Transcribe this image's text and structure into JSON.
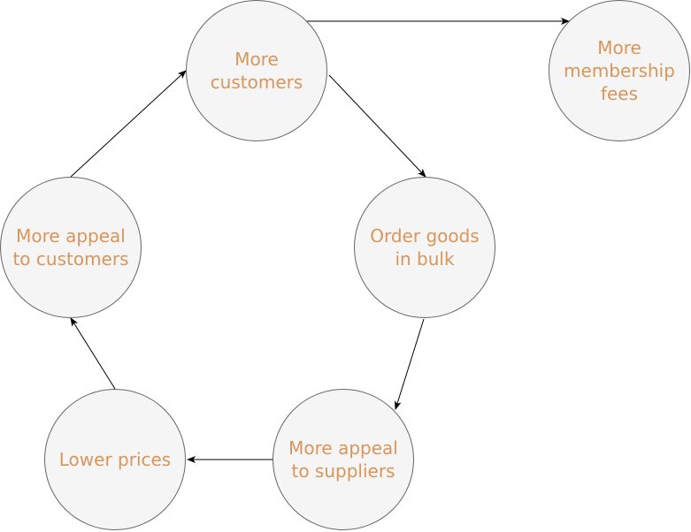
{
  "style": {
    "label_color": "#d9955a",
    "node_fill": "#f5f5f5",
    "node_stroke": "#666666",
    "edge_color": "#000000"
  },
  "nodes": {
    "more_customers": {
      "label_line1": "More",
      "label_line2": "customers"
    },
    "membership_fees": {
      "label_line1": "More",
      "label_line2": "membership",
      "label_line3": "fees"
    },
    "order_bulk": {
      "label_line1": "Order goods",
      "label_line2": "in bulk"
    },
    "appeal_suppliers": {
      "label_line1": "More appeal",
      "label_line2": "to suppliers"
    },
    "lower_prices": {
      "label_line1": "Lower prices"
    },
    "appeal_customers": {
      "label_line1": "More appeal",
      "label_line2": "to customers"
    }
  },
  "edges": [
    {
      "from": "more_customers",
      "to": "membership_fees"
    },
    {
      "from": "more_customers",
      "to": "order_bulk"
    },
    {
      "from": "order_bulk",
      "to": "appeal_suppliers"
    },
    {
      "from": "appeal_suppliers",
      "to": "lower_prices"
    },
    {
      "from": "lower_prices",
      "to": "appeal_customers"
    },
    {
      "from": "appeal_customers",
      "to": "more_customers"
    }
  ]
}
